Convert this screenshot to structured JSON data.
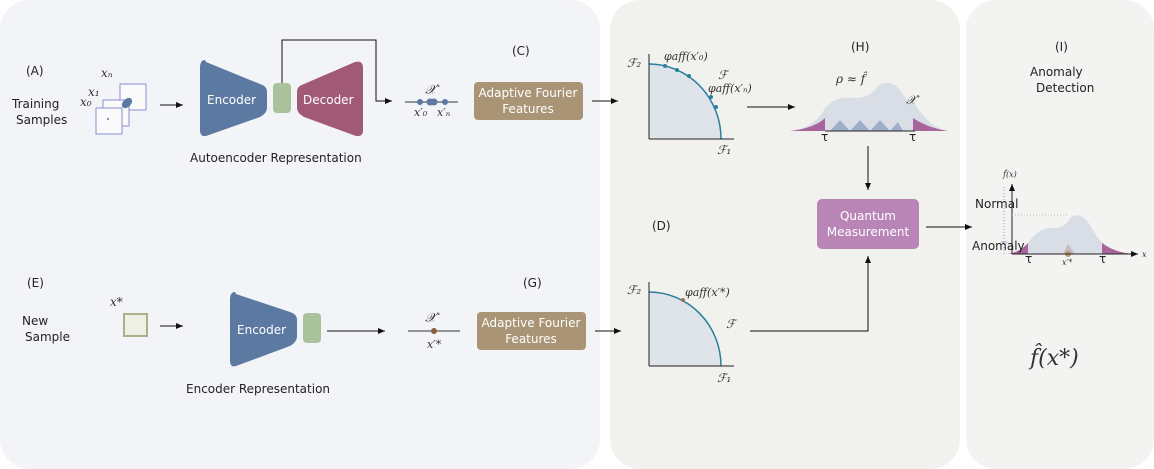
{
  "labels": {
    "A": "(A)",
    "C": "(C)",
    "D": "(D)",
    "E": "(E)",
    "G": "(G)",
    "H": "(H)",
    "I": "(I)"
  },
  "training_samples": [
    "Training",
    "Samples"
  ],
  "new_sample": [
    "New",
    "Sample"
  ],
  "encoder": "Encoder",
  "decoder": "Decoder",
  "autoencoder_caption": "Autoencoder Representation",
  "encoder_caption": "Encoder Representation",
  "aff": [
    "Adaptive Fourier",
    "Features"
  ],
  "quantum": [
    "Quantum",
    "Measurement"
  ],
  "anomaly_detection": [
    "Anomaly",
    "Detection"
  ],
  "math": {
    "xn": "xₙ",
    "x1": "x₁",
    "x0": "x₀",
    "latent": "𝒳′",
    "x0p": "x′₀",
    "xnp": "x′ₙ",
    "xstar": "x*",
    "xstarp": "x′*",
    "F": "ℱ",
    "F1": "ℱ₁",
    "F2": "ℱ₂",
    "phi_x0": "φaff(x′₀)",
    "phi_xn": "φaff(x′ₙ)",
    "phi_xstar": "φaff(x′*)",
    "rho": "ρ ≈ f̂",
    "tau": "τ",
    "fx": "f̂(x)",
    "x": "x",
    "result": "f̂(x*)"
  },
  "axis_labels": {
    "normal": "Normal",
    "anomaly": "Anomaly"
  },
  "colors": {
    "encoder": "#5b79a1",
    "decoder": "#a05a76",
    "latent": "#a9c29b",
    "aff": "#a99575",
    "quantum": "#b985b6",
    "density": "#d9dde6",
    "tail": "#a7659c"
  }
}
